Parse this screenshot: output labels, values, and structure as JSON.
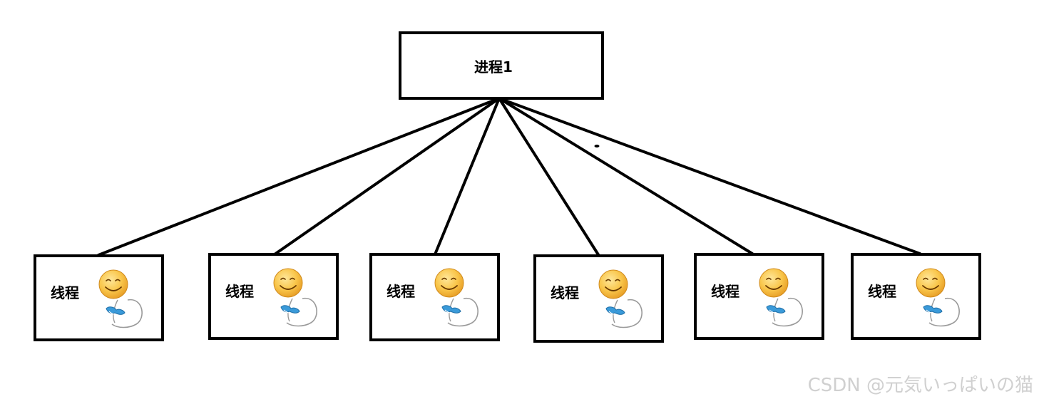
{
  "process": {
    "label": "进程1"
  },
  "threads": [
    {
      "label": "线程"
    },
    {
      "label": "线程"
    },
    {
      "label": "线程"
    },
    {
      "label": "线程"
    },
    {
      "label": "线程"
    },
    {
      "label": "线程"
    }
  ],
  "icons": {
    "thread_mascot": "smiley-mascot-icon"
  },
  "watermark": "CSDN @元気いっぱいの猫"
}
